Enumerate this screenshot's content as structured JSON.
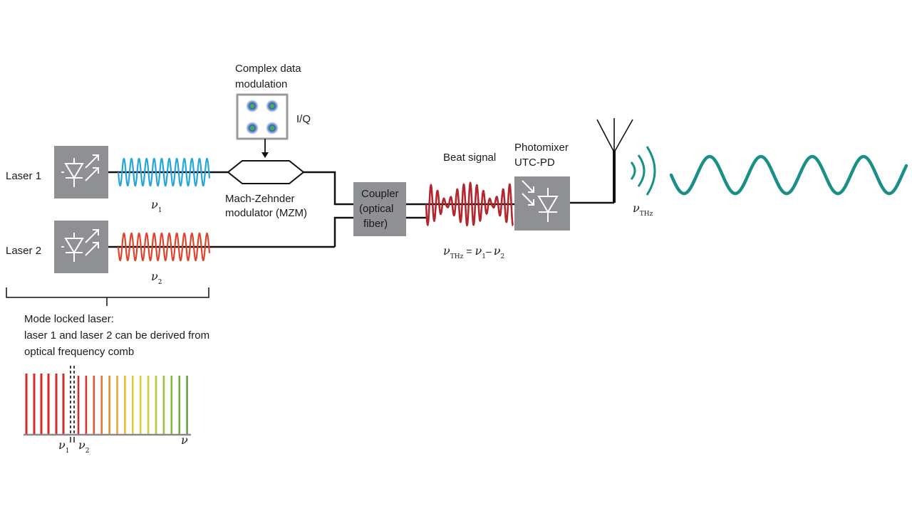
{
  "labels": {
    "laser1": "Laser 1",
    "laser2": "Laser 2",
    "complex_data": "Complex data",
    "modulation": "modulation",
    "iq": "I/Q",
    "mzm_line1": "Mach-Zehnder",
    "mzm_line2": "modulator (MZM)",
    "coupler_line1": "Coupler",
    "coupler_line2": "(optical",
    "coupler_line3": "fiber)",
    "beat_signal": "Beat signal",
    "photomixer": "Photomixer",
    "utcpd": "UTC-PD",
    "mode_locked_1": "Mode locked laser:",
    "mode_locked_2": "laser 1 and laser 2 can be derived from",
    "mode_locked_3": "optical frequency comb"
  },
  "symbols": {
    "nu": "ν",
    "sub_1": "1",
    "sub_2": "2",
    "sub_thz": "THz",
    "equals": "=",
    "minus": "–"
  },
  "colors": {
    "box_gray": "#8e9093",
    "wave_blue": "#25a7dc",
    "wave_red": "#e0452b",
    "beat_red": "#b3262d",
    "thz_teal": "#1a8f86",
    "line": "#111111",
    "iq_blue": "#2a3d9f",
    "iq_green": "#5ab54b"
  },
  "comb": {
    "left_color": "#d42a2a",
    "colors": [
      "#d42a2a",
      "#d8382a",
      "#df5a2a",
      "#e4762c",
      "#e98e2e",
      "#eda630",
      "#efbb31",
      "#eec832",
      "#e3cf33",
      "#cdd035",
      "#b3c838",
      "#9bc03b",
      "#86b63e",
      "#74ac3f",
      "#67a440"
    ]
  }
}
